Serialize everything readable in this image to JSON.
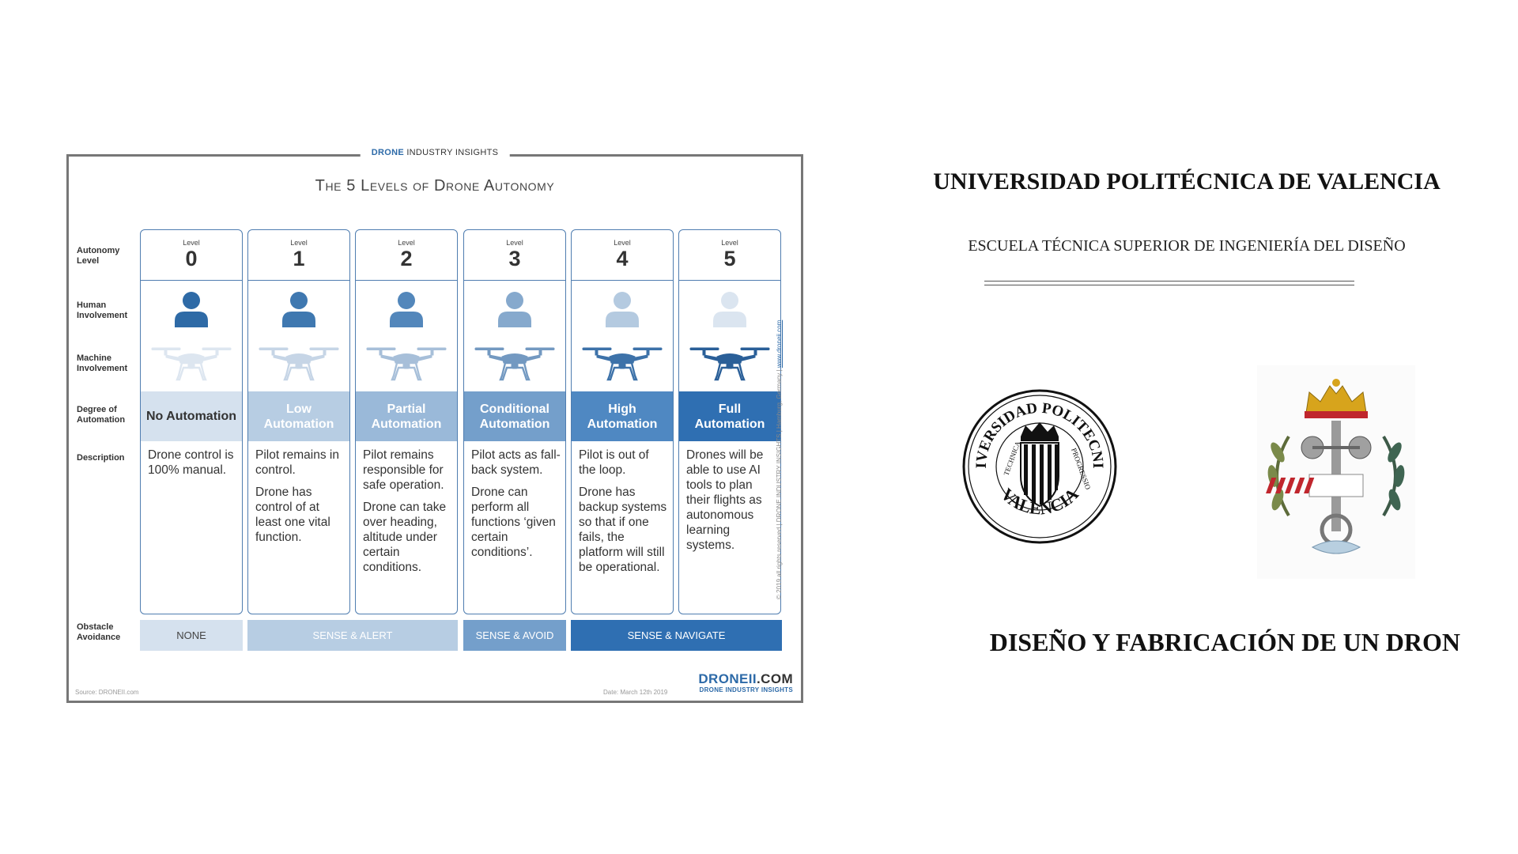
{
  "infographic": {
    "brand_top_accent": "DRONE",
    "brand_top_rest": "INDUSTRY INSIGHTS",
    "title": "The 5 Levels of Drone Autonomy",
    "row_labels": {
      "autonomy": "Autonomy Level",
      "human": "Human Involvement",
      "machine": "Machine Involvement",
      "degree": "Degree of Automation",
      "description": "Description",
      "obstacle": "Obstacle Avoidance"
    },
    "level_word": "Level",
    "levels": [
      {
        "num": "0",
        "degree": "No Automation",
        "person_color": "#2e6aa6",
        "drone_color": "#dde6f0",
        "degree_bg": "#d5e1ee",
        "degree_fg": "#333333",
        "desc": [
          "Drone control is 100% manual."
        ]
      },
      {
        "num": "1",
        "degree": "Low Automation",
        "person_color": "#3f78b0",
        "drone_color": "#c6d5e6",
        "degree_bg": "#b7cde3",
        "degree_fg": "#ffffff",
        "desc": [
          "Pilot remains in control.",
          "Drone has control of at least one vital function."
        ]
      },
      {
        "num": "2",
        "degree": "Partial Automation",
        "person_color": "#5387bb",
        "drone_color": "#a7bfd9",
        "degree_bg": "#9ab9d9",
        "degree_fg": "#ffffff",
        "desc": [
          "Pilot remains responsible for safe operation.",
          "Drone can take over heading, altitude under certain conditions."
        ]
      },
      {
        "num": "3",
        "degree": "Conditional Automation",
        "person_color": "#86a9cd",
        "drone_color": "#7399c1",
        "degree_bg": "#749fcb",
        "degree_fg": "#ffffff",
        "desc": [
          "Pilot acts as fall-back system.",
          "Drone can perform all functions ‘given certain conditions’."
        ]
      },
      {
        "num": "4",
        "degree": "High Automation",
        "person_color": "#b4cae0",
        "drone_color": "#3d72a9",
        "degree_bg": "#4f88c2",
        "degree_fg": "#ffffff",
        "desc": [
          "Pilot is out of the loop.",
          "Drone has backup systems so that if one fails, the platform will still be operational."
        ]
      },
      {
        "num": "5",
        "degree": "Full Automation",
        "person_color": "#dbe5f0",
        "drone_color": "#2a5f98",
        "degree_bg": "#2f6fb2",
        "degree_fg": "#ffffff",
        "desc": [
          "Drones will be able to use AI tools to plan their flights as autonomous learning systems."
        ]
      }
    ],
    "obstacle": [
      {
        "label": "NONE",
        "bg": "#d5e1ee",
        "fg": "#444444"
      },
      {
        "label": "SENSE & ALERT",
        "bg": "#b7cde3",
        "fg": "#ffffff"
      },
      {
        "label": "SENSE & AVOID",
        "bg": "#749fcb",
        "fg": "#ffffff"
      },
      {
        "label": "SENSE & NAVIGATE",
        "bg": "#2f6fb2",
        "fg": "#ffffff"
      }
    ],
    "side_text": "© 2019 all rights reserved  |  DRONE INDUSTRY INSIGHTS  |  Hamburg, Germany  |",
    "side_link": "www.droneii.com",
    "source": "Source: DRONEII.com",
    "date": "Date: March 12th 2019",
    "logo_main_blue": "DRONEII",
    "logo_main_dark": ".COM",
    "logo_sub": "DRONE INDUSTRY INSIGHTS"
  },
  "cover": {
    "university": "UNIVERSIDAD POLITÉCNICA DE VALENCIA",
    "school": "ESCUELA TÉCNICA SUPERIOR DE INGENIERÍA DEL DISEÑO",
    "seal_top": "UNIVERSIDAD POLITECNICA",
    "seal_bottom": "VALENCIA",
    "seal_left": "TECHNICA",
    "seal_right": "PROGRESSIO",
    "project_title": "DISEÑO Y FABRICACIÓN DE UN DRON"
  }
}
